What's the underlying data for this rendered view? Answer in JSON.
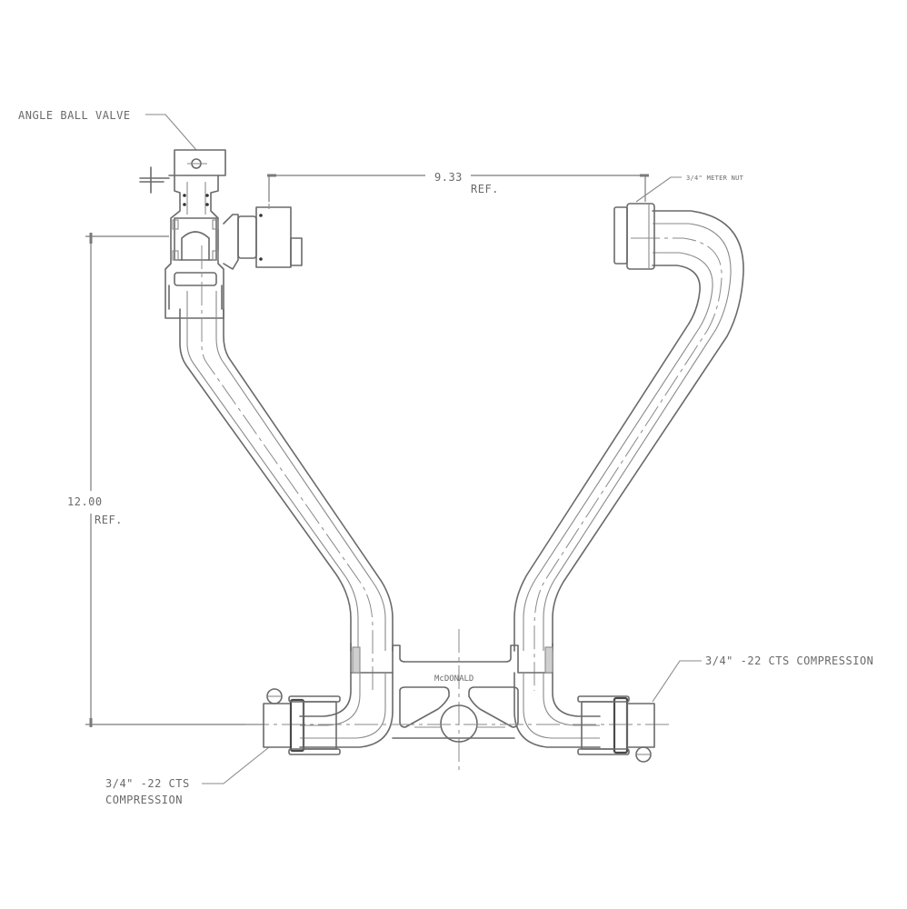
{
  "drawing": {
    "background": "#ffffff",
    "line_color": "#6a6a6a",
    "labels": {
      "angle_ball_valve": "ANGLE BALL VALVE",
      "meter_nut": "3/4\" METER NUT",
      "dim_width_value": "9.33",
      "dim_width_ref": "REF.",
      "dim_height_value": "12.00",
      "dim_height_ref": "REF.",
      "right_compression": "3/4\" -22 CTS COMPRESSION",
      "left_compression_line1": "3/4\" -22 CTS",
      "left_compression_line2": "COMPRESSION",
      "brand_mark": "McDONALD"
    }
  }
}
